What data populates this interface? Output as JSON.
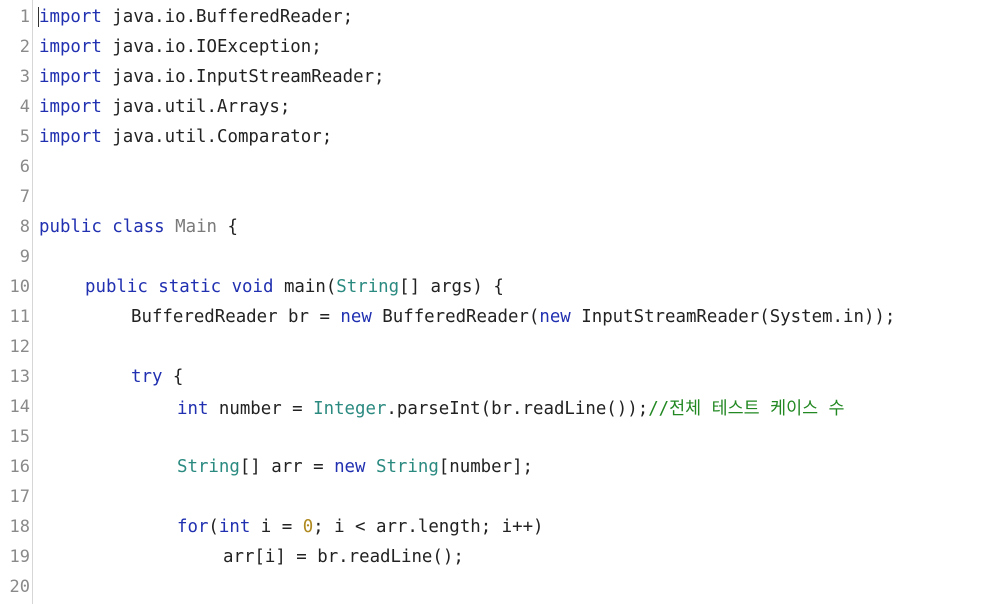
{
  "editor": {
    "colors": {
      "keyword": "#2030b0",
      "type": "#2a8a80",
      "class_name": "#7a7a7a",
      "number": "#b08a20",
      "comment": "#228822",
      "plain": "#222222",
      "line_number": "#8a8a8a"
    },
    "lines": [
      {
        "n": "1",
        "indent": 0,
        "tokens": [
          {
            "t": "import",
            "c": "kw"
          },
          {
            "t": " java.io.BufferedReader;",
            "c": "pl"
          }
        ]
      },
      {
        "n": "2",
        "indent": 0,
        "tokens": [
          {
            "t": "import",
            "c": "kw"
          },
          {
            "t": " java.io.IOException;",
            "c": "pl"
          }
        ]
      },
      {
        "n": "3",
        "indent": 0,
        "tokens": [
          {
            "t": "import",
            "c": "kw"
          },
          {
            "t": " java.io.InputStreamReader;",
            "c": "pl"
          }
        ]
      },
      {
        "n": "4",
        "indent": 0,
        "tokens": [
          {
            "t": "import",
            "c": "kw"
          },
          {
            "t": " java.util.Arrays;",
            "c": "pl"
          }
        ]
      },
      {
        "n": "5",
        "indent": 0,
        "tokens": [
          {
            "t": "import",
            "c": "kw"
          },
          {
            "t": " java.util.Comparator;",
            "c": "pl"
          }
        ]
      },
      {
        "n": "6",
        "indent": 0,
        "tokens": []
      },
      {
        "n": "7",
        "indent": 0,
        "tokens": []
      },
      {
        "n": "8",
        "indent": 0,
        "tokens": [
          {
            "t": "public class",
            "c": "kw"
          },
          {
            "t": " ",
            "c": "pl"
          },
          {
            "t": "Main",
            "c": "cls"
          },
          {
            "t": " {",
            "c": "pl"
          }
        ]
      },
      {
        "n": "9",
        "indent": 0,
        "tokens": []
      },
      {
        "n": "10",
        "indent": 4,
        "tokens": [
          {
            "t": "public static void",
            "c": "kw"
          },
          {
            "t": " main(",
            "c": "pl"
          },
          {
            "t": "String",
            "c": "ty"
          },
          {
            "t": "[] args) {",
            "c": "pl"
          }
        ]
      },
      {
        "n": "11",
        "indent": 8,
        "tokens": [
          {
            "t": "BufferedReader br = ",
            "c": "pl"
          },
          {
            "t": "new",
            "c": "kw"
          },
          {
            "t": " BufferedReader(",
            "c": "pl"
          },
          {
            "t": "new",
            "c": "kw"
          },
          {
            "t": " InputStreamReader(System.in));",
            "c": "pl"
          }
        ]
      },
      {
        "n": "12",
        "indent": 0,
        "tokens": []
      },
      {
        "n": "13",
        "indent": 8,
        "tokens": [
          {
            "t": "try",
            "c": "kw"
          },
          {
            "t": " {",
            "c": "pl"
          }
        ]
      },
      {
        "n": "14",
        "indent": 12,
        "tokens": [
          {
            "t": "int",
            "c": "kw"
          },
          {
            "t": " number = ",
            "c": "pl"
          },
          {
            "t": "Integer",
            "c": "ty"
          },
          {
            "t": ".parseInt(br.readLine());",
            "c": "pl"
          },
          {
            "t": "//전체 테스트 케이스 수",
            "c": "cm"
          }
        ]
      },
      {
        "n": "15",
        "indent": 0,
        "tokens": []
      },
      {
        "n": "16",
        "indent": 12,
        "tokens": [
          {
            "t": "String",
            "c": "ty"
          },
          {
            "t": "[] arr = ",
            "c": "pl"
          },
          {
            "t": "new",
            "c": "kw"
          },
          {
            "t": " ",
            "c": "pl"
          },
          {
            "t": "String",
            "c": "ty"
          },
          {
            "t": "[number];",
            "c": "pl"
          }
        ]
      },
      {
        "n": "17",
        "indent": 0,
        "tokens": []
      },
      {
        "n": "18",
        "indent": 12,
        "tokens": [
          {
            "t": "for",
            "c": "kw"
          },
          {
            "t": "(",
            "c": "pl"
          },
          {
            "t": "int",
            "c": "kw"
          },
          {
            "t": " i = ",
            "c": "pl"
          },
          {
            "t": "0",
            "c": "num"
          },
          {
            "t": "; i < arr.length; i++)",
            "c": "pl"
          }
        ]
      },
      {
        "n": "19",
        "indent": 16,
        "tokens": [
          {
            "t": "arr[i] = br.readLine();",
            "c": "pl"
          }
        ]
      },
      {
        "n": "20",
        "indent": 0,
        "tokens": []
      }
    ]
  }
}
